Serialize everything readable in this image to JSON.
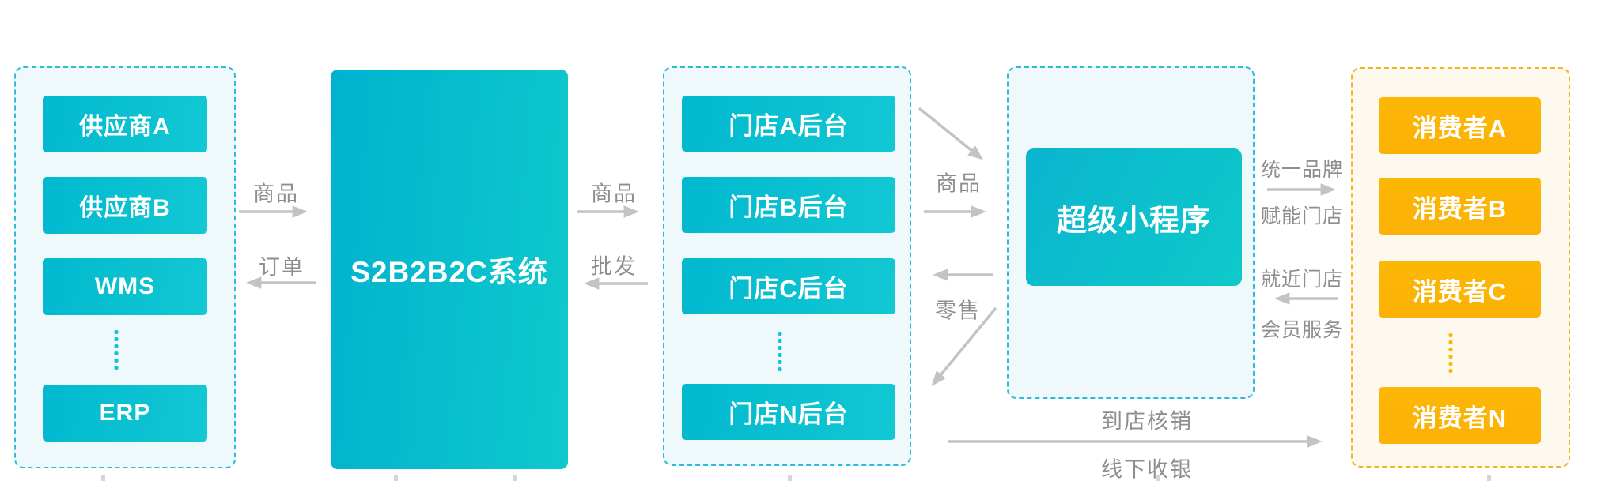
{
  "colors": {
    "teal_box": "#01b8cf",
    "teal_gradient_end": "#12c8d3",
    "cyan_dashed_border": "#2abcd9",
    "light_cyan_panel_bg": "#eff9fc",
    "orange_box": "#fcb504",
    "orange_dashed_border": "#f2b51e",
    "cream_panel_bg": "#fdf9ee",
    "arrow_gray": "#c3c3c3",
    "flow_label_gray": "#8e8e8e",
    "box_text_white": "#ffffff"
  },
  "suppliers": {
    "items": [
      "供应商A",
      "供应商B",
      "WMS",
      "ERP"
    ]
  },
  "platform": {
    "label": "S2B2B2C系统"
  },
  "stores": {
    "items": [
      "门店A后台",
      "门店B后台",
      "门店C后台",
      "门店N后台"
    ]
  },
  "miniprogram": {
    "label": "超级小程序"
  },
  "consumers": {
    "items": [
      "消费者A",
      "消费者B",
      "消费者C",
      "消费者N"
    ]
  },
  "flows": {
    "goods_to_platform": "商品",
    "orders_to_suppliers": "订单",
    "goods_to_stores": "商品",
    "wholesale_to_platform": "批发",
    "goods_to_miniprogram": "商品",
    "retail_to_stores": "零售",
    "unified_brand_line1": "统一品牌",
    "unified_brand_line2": "赋能门店",
    "nearby_store_line1": "就近门店",
    "nearby_store_line2": "会员服务",
    "offline_line1": "到店核销",
    "offline_line2": "线下收银"
  }
}
